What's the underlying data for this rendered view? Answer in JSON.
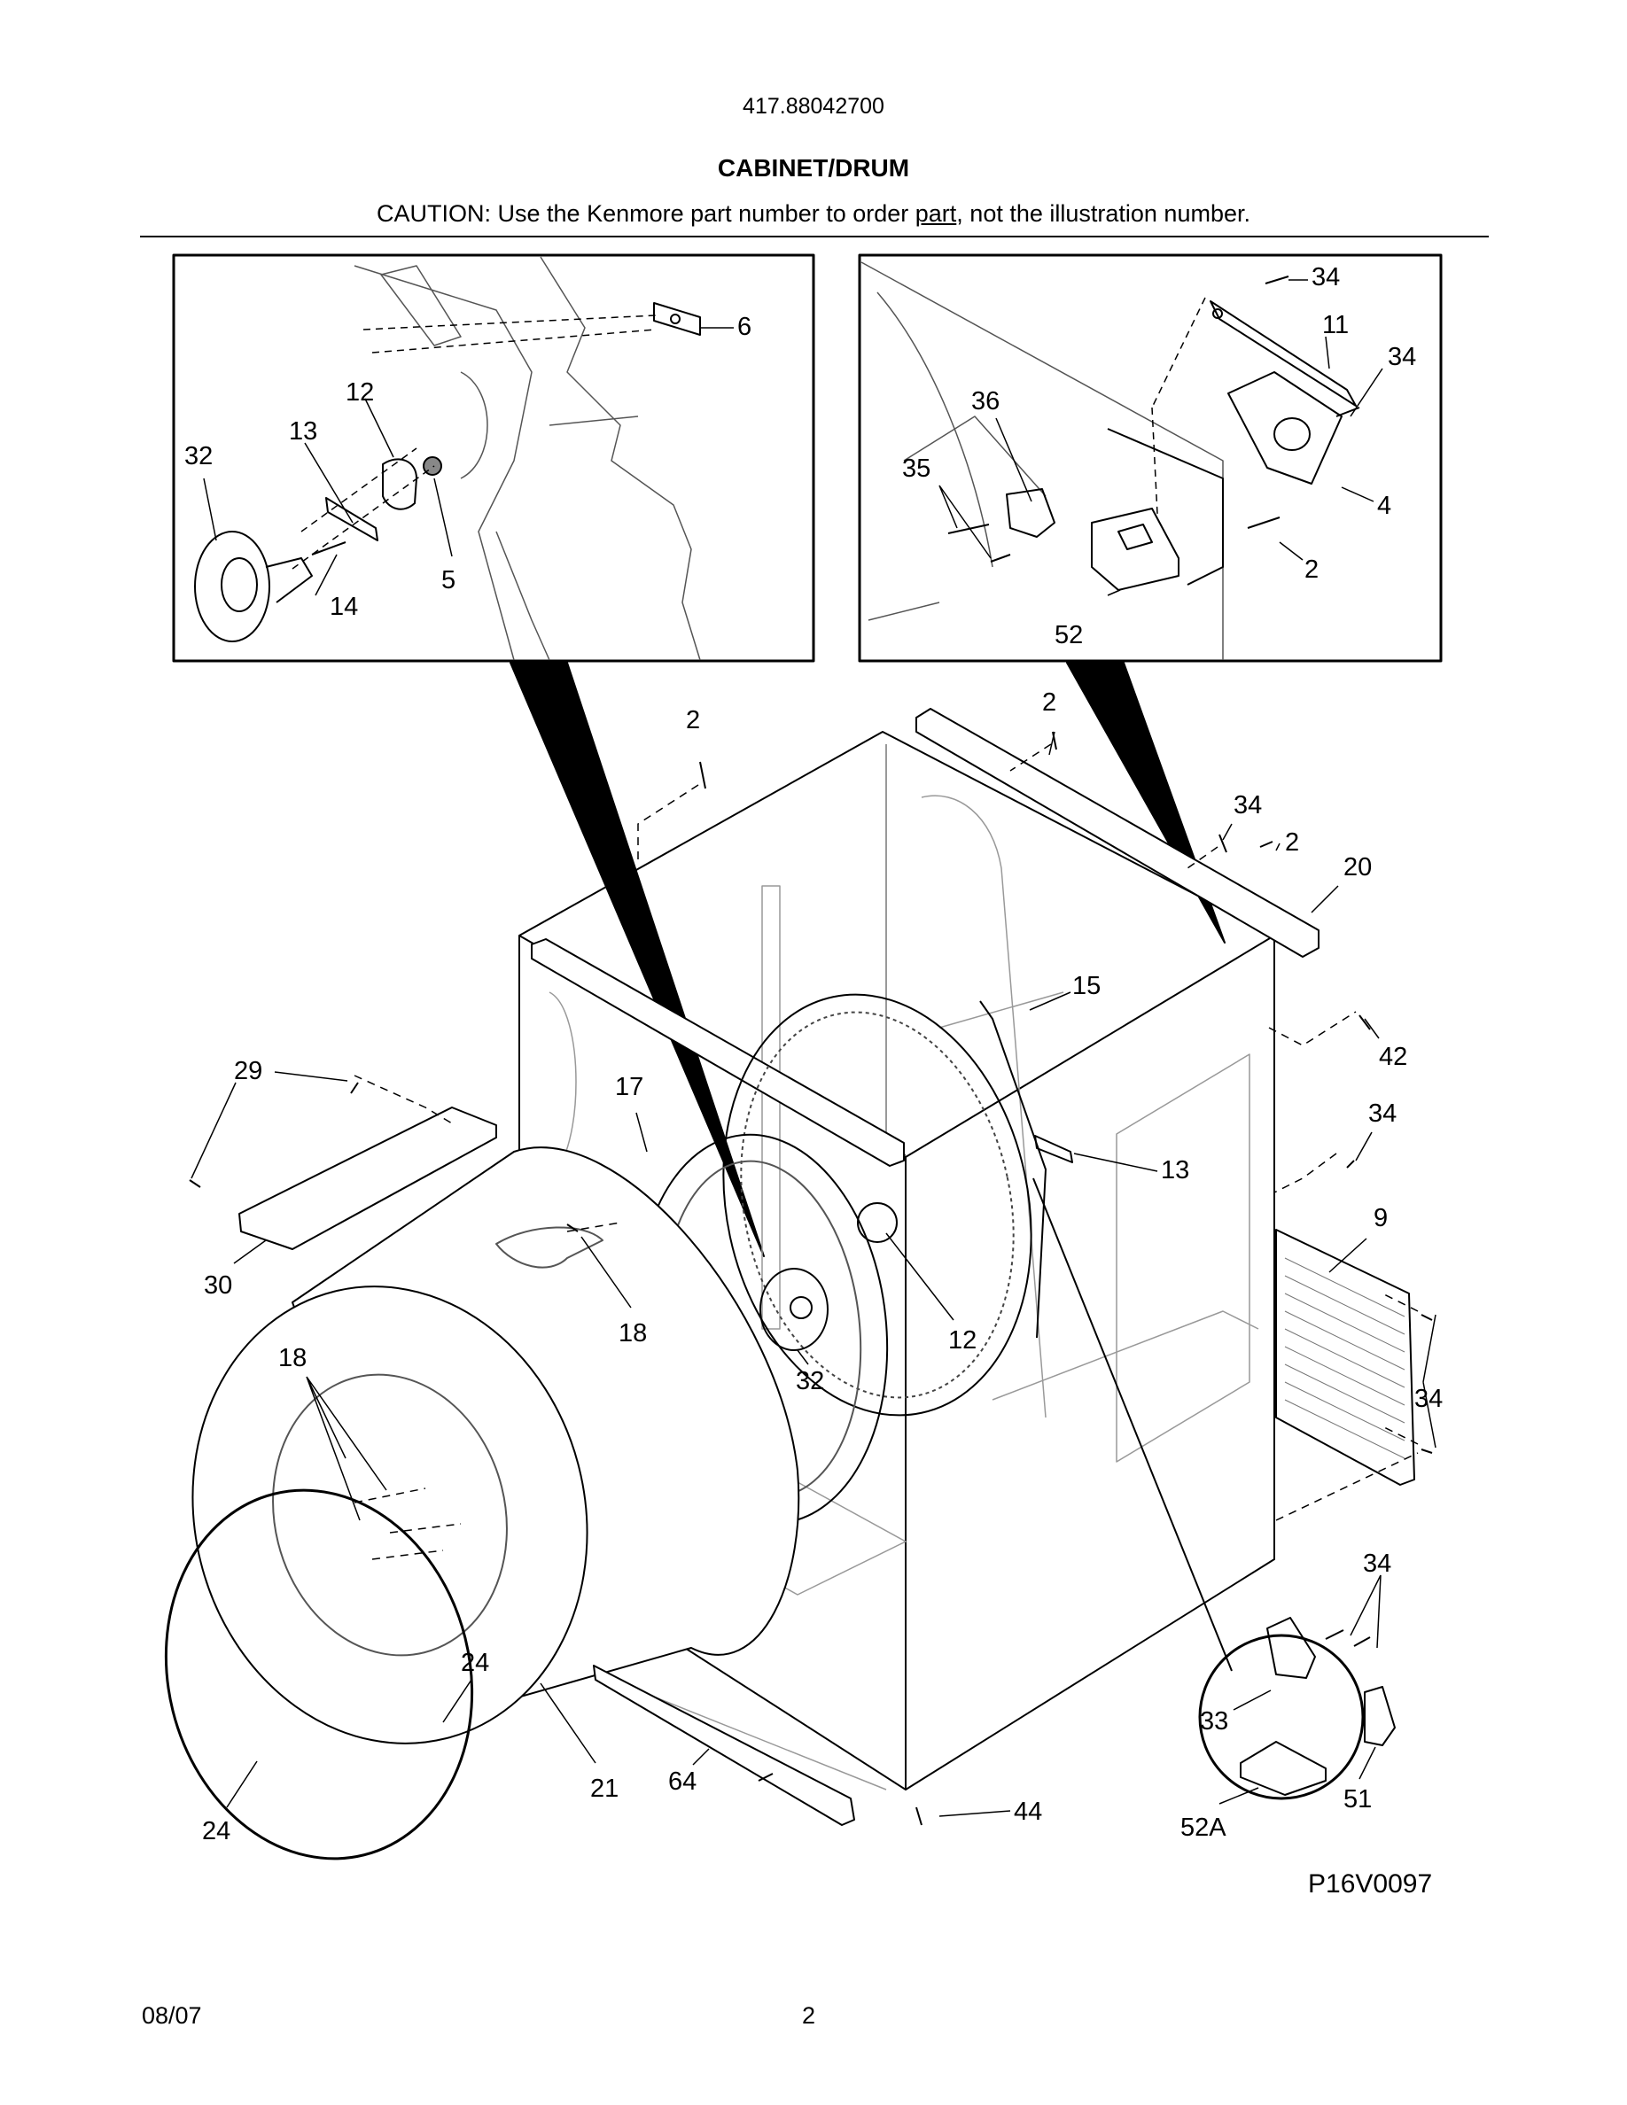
{
  "header": {
    "model_number": "417.88042700",
    "section_title": "CABINET/DRUM",
    "caution_prefix": "CAUTION: Use the Kenmore part number to order ",
    "caution_link": "part",
    "caution_suffix": ", not the illustration number."
  },
  "diagram": {
    "illustration_code": "P16V0097",
    "callouts": {
      "inset_left": [
        "6",
        "12",
        "13",
        "32",
        "5",
        "14"
      ],
      "inset_right": [
        "34",
        "11",
        "34",
        "36",
        "35",
        "4",
        "2",
        "52"
      ],
      "main": [
        "2",
        "2",
        "34",
        "2",
        "20",
        "15",
        "42",
        "29",
        "17",
        "34",
        "13",
        "9",
        "30",
        "18",
        "12",
        "32",
        "18",
        "34",
        "34",
        "24",
        "21",
        "64",
        "24",
        "44",
        "33",
        "51",
        "52A"
      ]
    }
  },
  "footer": {
    "date": "08/07",
    "page_number": "2"
  }
}
